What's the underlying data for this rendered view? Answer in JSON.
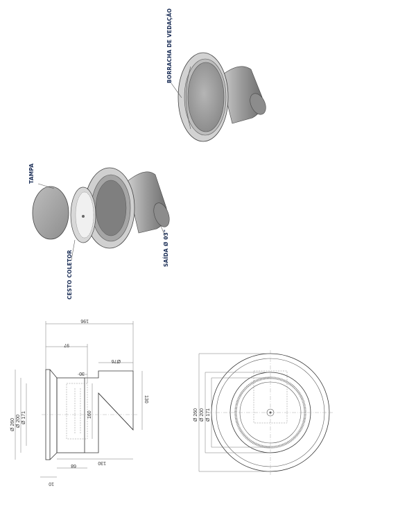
{
  "callouts": {
    "gasket": "BORRACHA DE VEDAÇÃO",
    "lid": "TAMPA",
    "basket": "CESTO COLETOR",
    "outlet": "SAÍDA Ø 03\""
  },
  "side_view_dims": {
    "overall_length": "196",
    "body_length": "97",
    "basket_offset": "30",
    "outlet_dia": "Ø76",
    "dia_260": "Ø 260",
    "dia_200": "Ø 200",
    "dia_171": "Ø 171",
    "flange_thickness": "10",
    "basket_depth": "68",
    "basket_width": "130",
    "basket_height": "160",
    "outlet_height": "130"
  },
  "front_view_dims": {
    "dia_260": "Ø 260",
    "dia_200": "Ø 200",
    "dia_171": "Ø 171"
  },
  "colors": {
    "callout_text": "#1c2f57",
    "body_shade": "#9c9c9c",
    "lid_shade": "#a9a9a9"
  }
}
